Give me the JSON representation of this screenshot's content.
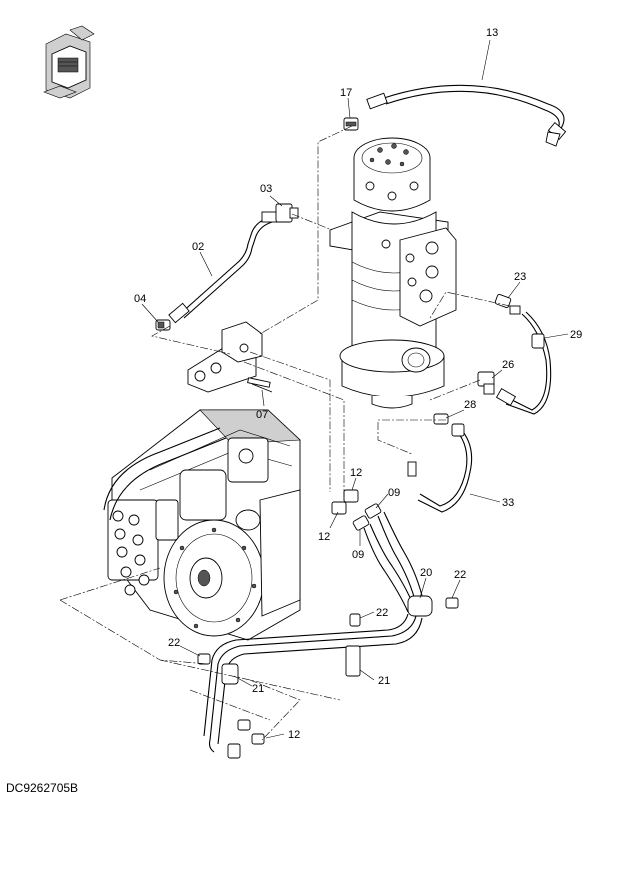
{
  "document_id": "DC9262705B",
  "callouts": {
    "c13": "13",
    "c17": "17",
    "c03": "03",
    "c02": "02",
    "c04": "04",
    "c07": "07",
    "c23": "23",
    "c29": "29",
    "c26": "26",
    "c28": "28",
    "c12a": "12",
    "c09a": "09",
    "c12b": "12",
    "c09b": "09",
    "c33": "33",
    "c20": "20",
    "c22a": "22",
    "c22b": "22",
    "c21a": "21",
    "c22c": "22",
    "c21b": "21",
    "c12c": "12"
  },
  "icons": {
    "thumbnail": "machine-location-thumbnail-icon"
  }
}
